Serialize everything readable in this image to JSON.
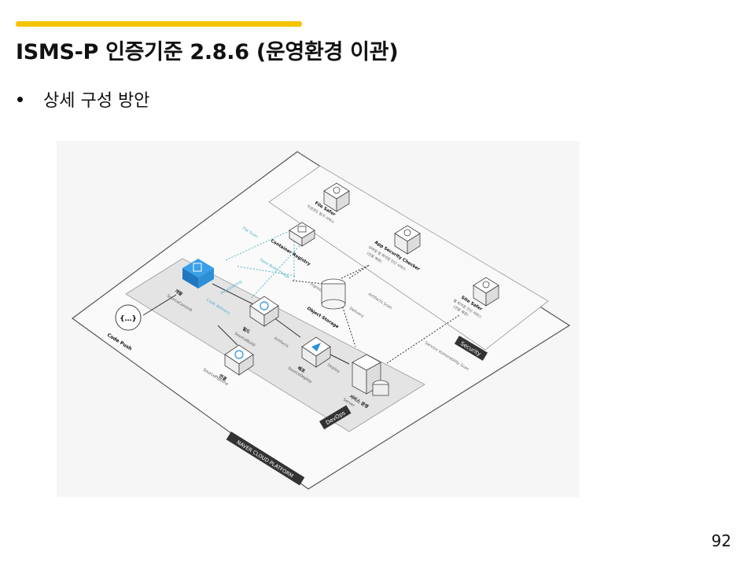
{
  "slide": {
    "title": "ISMS-P 인증기준 2.8.6 (운영환경 이관)",
    "bullet": "상세 구성 방안",
    "page_number": "92",
    "accent_color": "#F5C400"
  },
  "diagram": {
    "platform_label": "NAVER CLOUD PLATFORM",
    "devops_label": "DevOps",
    "security_label": "Security",
    "nodes": {
      "code_push": {
        "label": "Code Push",
        "icon": "code-braces-icon"
      },
      "source_commit": {
        "ko": "개발",
        "en": "SourceCommit",
        "icon": "repository-icon"
      },
      "source_build": {
        "ko": "빌드",
        "en": "SourceBuild",
        "icon": "gear-icon"
      },
      "source_pipeline": {
        "ko": "연결",
        "en": "SourcePipeline",
        "icon": "pipeline-icon"
      },
      "source_deploy": {
        "ko": "배포",
        "en": "SourceDeploy",
        "icon": "send-icon"
      },
      "server": {
        "ko": "서비스 운영",
        "en": "Server",
        "icon": "server-icon"
      },
      "object_storage": {
        "label": "Object Storage",
        "icon": "storage-icon"
      },
      "container_registry": {
        "label": "Container Registry",
        "icon": "container-icon"
      },
      "file_safer": {
        "label": "File Safer",
        "sub": "악성코드 탐지 서비스",
        "icon": "file-shield-icon"
      },
      "app_security_checker": {
        "label": "App Security Checker",
        "sub": "모바일 앱 취약점 진단 서비스",
        "sub2": "(전용 예정)",
        "icon": "app-check-icon"
      },
      "site_safer": {
        "label": "Site Safer",
        "sub": "웹 취약점 진단 서비스",
        "sub2": "(전용 예정)",
        "icon": "site-shield-icon"
      }
    },
    "edges": {
      "code_delivery": "Code delivery",
      "artifacts": "Artifacts",
      "deploy": "Deploy",
      "file_scan": "File Scan",
      "save_build_image": "Save Build Image",
      "provisioning": "Provisioning",
      "ingress": "Ingress",
      "artifacts_scan": "Artifacts Scan",
      "delivery": "Delivery",
      "service_vulnerability_scan": "Service Vulnerability Scan"
    }
  }
}
